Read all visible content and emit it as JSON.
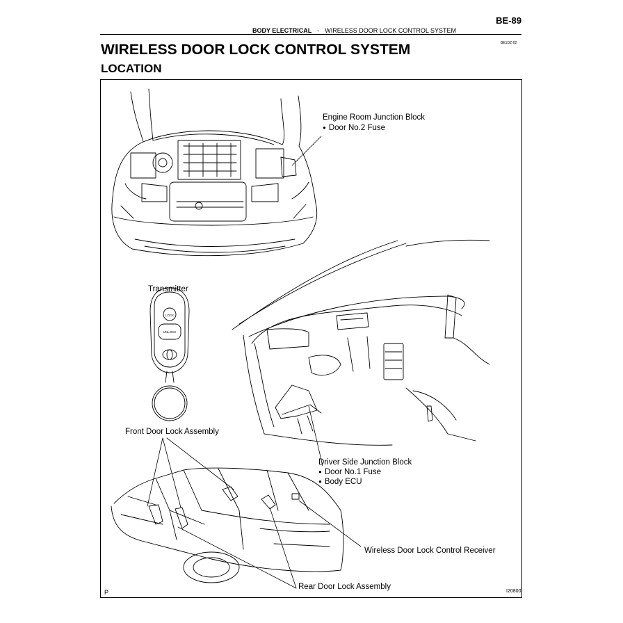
{
  "header": {
    "page_number": "BE-89",
    "section": "BODY ELECTRICAL",
    "separator": "-",
    "topic": "WIRELESS DOOR LOCK CONTROL SYSTEM",
    "doc_code": "BE1DZ-02"
  },
  "title": "WIRELESS DOOR LOCK CONTROL SYSTEM",
  "subtitle": "LOCATION",
  "figure": {
    "labels": {
      "engine_room_jb": "Engine Room Junction Block",
      "door_no2_fuse": "Door No.2 Fuse",
      "transmitter": "Transmitter",
      "front_door_lock": "Front Door Lock Assembly",
      "driver_side_jb": "Driver Side Junction Block",
      "door_no1_fuse": "Door No.1 Fuse",
      "body_ecu": "Body ECU",
      "receiver": "Wireless Door Lock Control Receiver",
      "rear_door_lock": "Rear Door Lock Assembly"
    },
    "transmitter_buttons": {
      "lock": "LOCK",
      "unlock": "UNLOCK"
    },
    "corner_mark": "P",
    "figure_code": "I20800"
  }
}
